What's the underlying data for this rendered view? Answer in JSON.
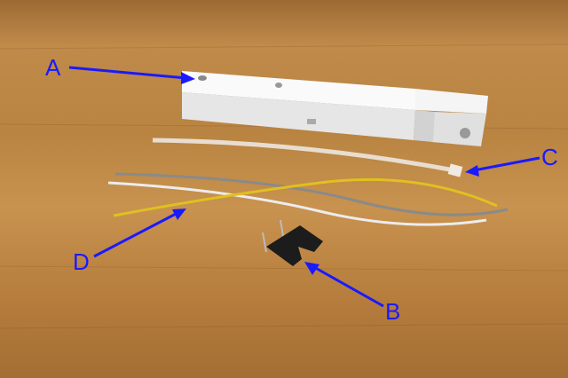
{
  "labels": {
    "a": "A",
    "b": "B",
    "c": "C",
    "d": "D"
  },
  "colors": {
    "annotation": "#1a1aff",
    "wood": "#b07a3c",
    "part": "#f2f2f2",
    "wire_yellow": "#e0c020",
    "wire_gray": "#8a8a8a",
    "wire_white": "#ececec",
    "sensor": "#1c1c1c"
  }
}
